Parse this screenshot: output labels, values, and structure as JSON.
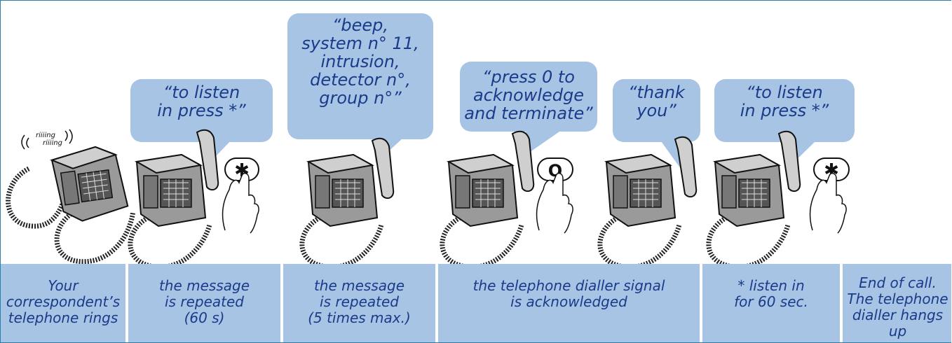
{
  "diagram": {
    "ring_text": {
      "line1": "riiiing",
      "line2": "riiiing"
    },
    "bubbles": [
      {
        "text": "“to listen\nin press *”"
      },
      {
        "text": "“beep,\nsystem n° 11,\nintrusion,\ndetector n°,\ngroup n°”"
      },
      {
        "text": "“press 0 to\nacknowledge\nand terminate”"
      },
      {
        "text": "“thank\nyou”"
      },
      {
        "text": "“to listen\nin press *”"
      }
    ],
    "keys": [
      "✱",
      "O",
      "✱"
    ],
    "captions": [
      {
        "text": "Your\ncorrespondent’s\ntelephone rings"
      },
      {
        "text": "the message\nis repeated\n(60 s)"
      },
      {
        "text": "the message\nis repeated\n(5 times max.)"
      },
      {
        "text": "the telephone dialler signal\nis acknowledged"
      },
      {
        "text": "* listen in\nfor 60 sec."
      },
      {
        "text": "End of call.\nThe telephone\ndialler hangs\nup"
      }
    ],
    "colors": {
      "bubble": "#a8c4e4",
      "text": "#1a3a8a",
      "border": "#2a7fa8"
    }
  }
}
